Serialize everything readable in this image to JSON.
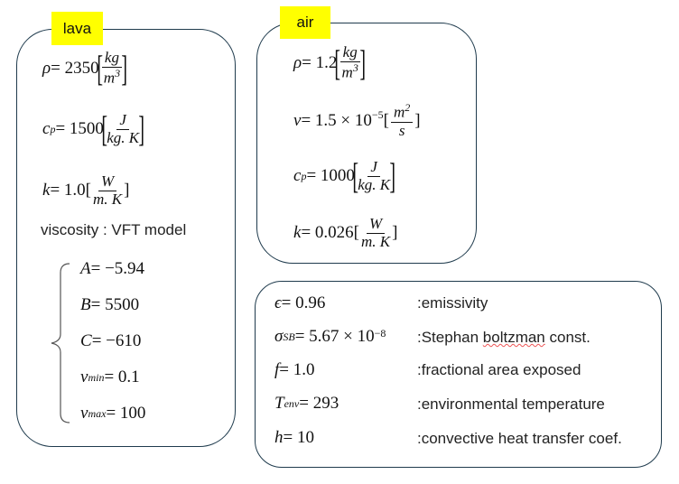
{
  "lava": {
    "title": "lava",
    "rho": {
      "sym": "ρ",
      "val": " = 2350 ",
      "num": "kg",
      "den": "m",
      "den_sup": "3"
    },
    "cp": {
      "sym": "c",
      "sub": "p",
      "val": " = 1500 ",
      "num": "J",
      "den": "kg. K"
    },
    "k": {
      "sym": "k",
      "val": " = 1.0[",
      "num": "W",
      "den": "m. K",
      "close": "]"
    },
    "viscosity": "viscosity : VFT model",
    "vft": [
      {
        "sym": "A",
        "sub": "",
        "val": " = −5.94"
      },
      {
        "sym": "B",
        "sub": "",
        "val": " = 5500"
      },
      {
        "sym": "C",
        "sub": "",
        "val": " = −610"
      },
      {
        "sym": "ν",
        "sub": "min",
        "val": " = 0.1"
      },
      {
        "sym": "ν",
        "sub": "max",
        "val": " = 100"
      }
    ]
  },
  "air": {
    "title": "air",
    "rho": {
      "sym": "ρ",
      "val": " = 1.2 ",
      "num": "kg",
      "den": "m",
      "den_sup": "3"
    },
    "nu": {
      "sym": "ν",
      "val": " = 1.5 × 10",
      "sup": "−5",
      "open": "[",
      "num": "m",
      "num_sup": "2",
      "den": "s",
      "close": "]"
    },
    "cp": {
      "sym": "c",
      "sub": "p",
      "val": " = 1000 ",
      "num": "J",
      "den": "kg. K"
    },
    "k": {
      "sym": "k",
      "val": " = 0.026[",
      "num": "W",
      "den": "m. K",
      "close": "]"
    }
  },
  "constants": [
    {
      "sym": "ϵ",
      "sub": "",
      "val": " = 0.96",
      "desc": ":emissivity"
    },
    {
      "sym": "σ",
      "sub": "SB",
      "val": " = 5.67 × 10",
      "sup": "−8",
      "desc_a": ":Stephan ",
      "desc_b": "boltzman",
      "desc_c": " const."
    },
    {
      "sym": "f",
      "sub": "",
      "val": " = 1.0",
      "desc": ":fractional area exposed"
    },
    {
      "sym": "T",
      "sub": "env",
      "val": " = 293",
      "desc": ":environmental temperature"
    },
    {
      "sym": "h",
      "sub": "",
      "val": " = 10",
      "desc": ":convective heat transfer coef."
    }
  ]
}
